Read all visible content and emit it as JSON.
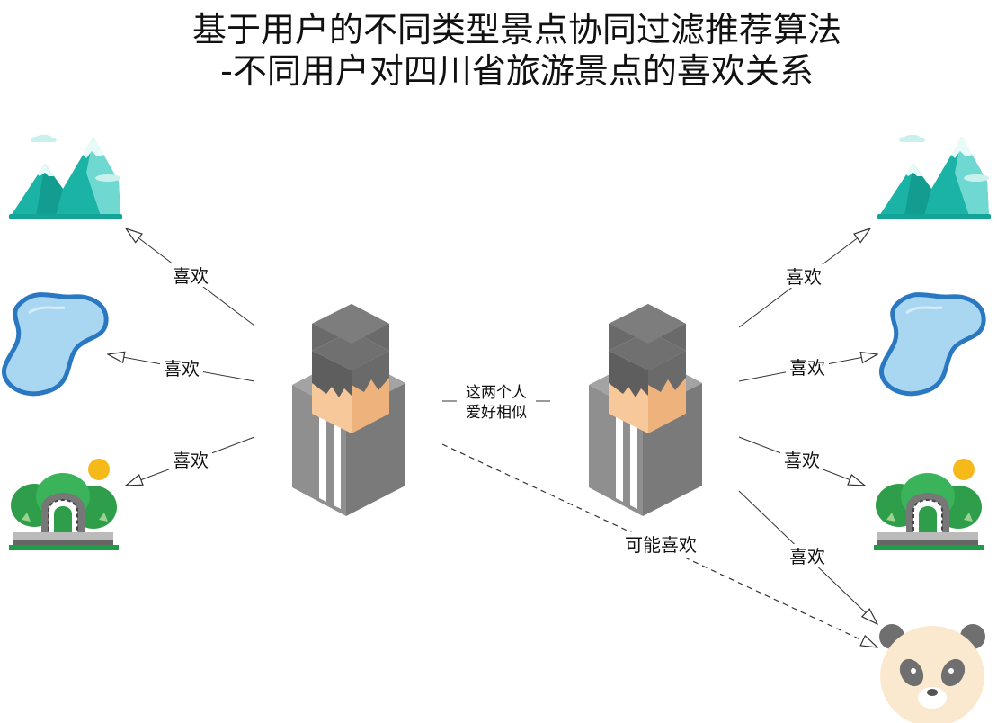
{
  "title": {
    "line1": "基于用户的不同类型景点协同过滤推荐算法",
    "line2": "-不同用户对四川省旅游景点的喜欢关系"
  },
  "labels": {
    "like": "喜欢",
    "similar_line1": "这两个人",
    "similar_line2": "爱好相似",
    "maybe_like": "可能喜欢"
  },
  "nodes": {
    "user_left": "user-icon",
    "user_right": "user-icon",
    "spots_left": [
      "mountain-icon",
      "lake-icon",
      "park-gate-icon"
    ],
    "spots_right": [
      "mountain-icon",
      "lake-icon",
      "park-gate-icon",
      "panda-icon"
    ]
  },
  "colors": {
    "mountain_dark": "#1bb3a6",
    "mountain_light": "#6fd8d0",
    "lake_fill": "#a9d7f2",
    "lake_stroke": "#2b78c2",
    "tree_green": "#2f9e4a",
    "sun": "#f6b91a",
    "user_gray": "#8a8a8a",
    "user_skin": "#f7c89a",
    "panda_face": "#fbe9cf"
  }
}
